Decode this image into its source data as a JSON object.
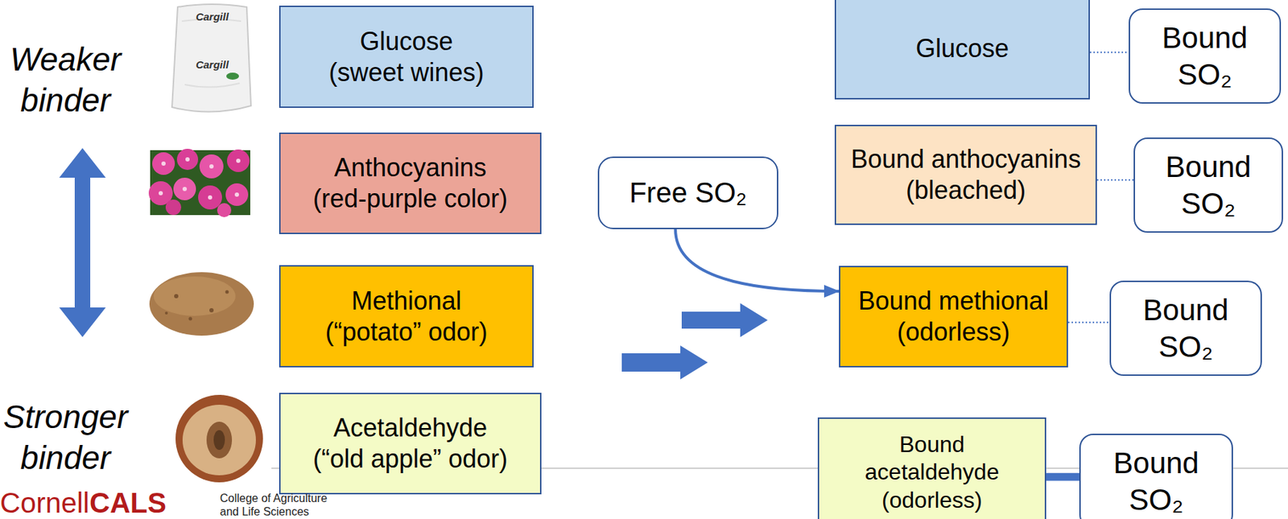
{
  "diagram": {
    "nodes": [
      {
        "text": [
          "Glucose (sweet wines)"
        ]
      },
      {
        "text": [
          "Anthocyanins (red-purple color)"
        ]
      },
      {
        "text": [
          "Methional (“potato” odor)"
        ]
      },
      {
        "text": [
          "Acetaldehyde (“old apple” odor)"
        ]
      },
      {
        "text": [
          "Free SO₂"
        ]
      },
      {
        "text": [
          "Glucose"
        ]
      },
      {
        "text": [
          "Bound SO₂"
        ]
      },
      {
        "text": [
          "Bound anthocyanins (bleached)"
        ]
      },
      {
        "text": [
          "Bound SO₂"
        ]
      },
      {
        "text": [
          "Bound methional (odorless)"
        ]
      },
      {
        "text": [
          "Bound SO₂"
        ]
      },
      {
        "text": [
          "Bound acetaldehyde (odorless)"
        ]
      },
      {
        "text": [
          "Bound SO₂"
        ]
      }
    ],
    "edges": [
      {
        "from": 5,
        "to": 6,
        "arrow": "none"
      },
      {
        "from": 7,
        "to": 8,
        "arrow": "none"
      },
      {
        "from": 4,
        "to": 9,
        "arrow": "to"
      },
      {
        "from": 9,
        "to": 10,
        "arrow": "none"
      },
      {
        "from": 11,
        "to": 12,
        "arrow": "none"
      }
    ],
    "labels": [
      "Weaker binder",
      "Stronger binder",
      "Cargill",
      "Cargill",
      "Cornell",
      "CALS",
      "College of Agriculture and Life Sciences"
    ]
  }
}
